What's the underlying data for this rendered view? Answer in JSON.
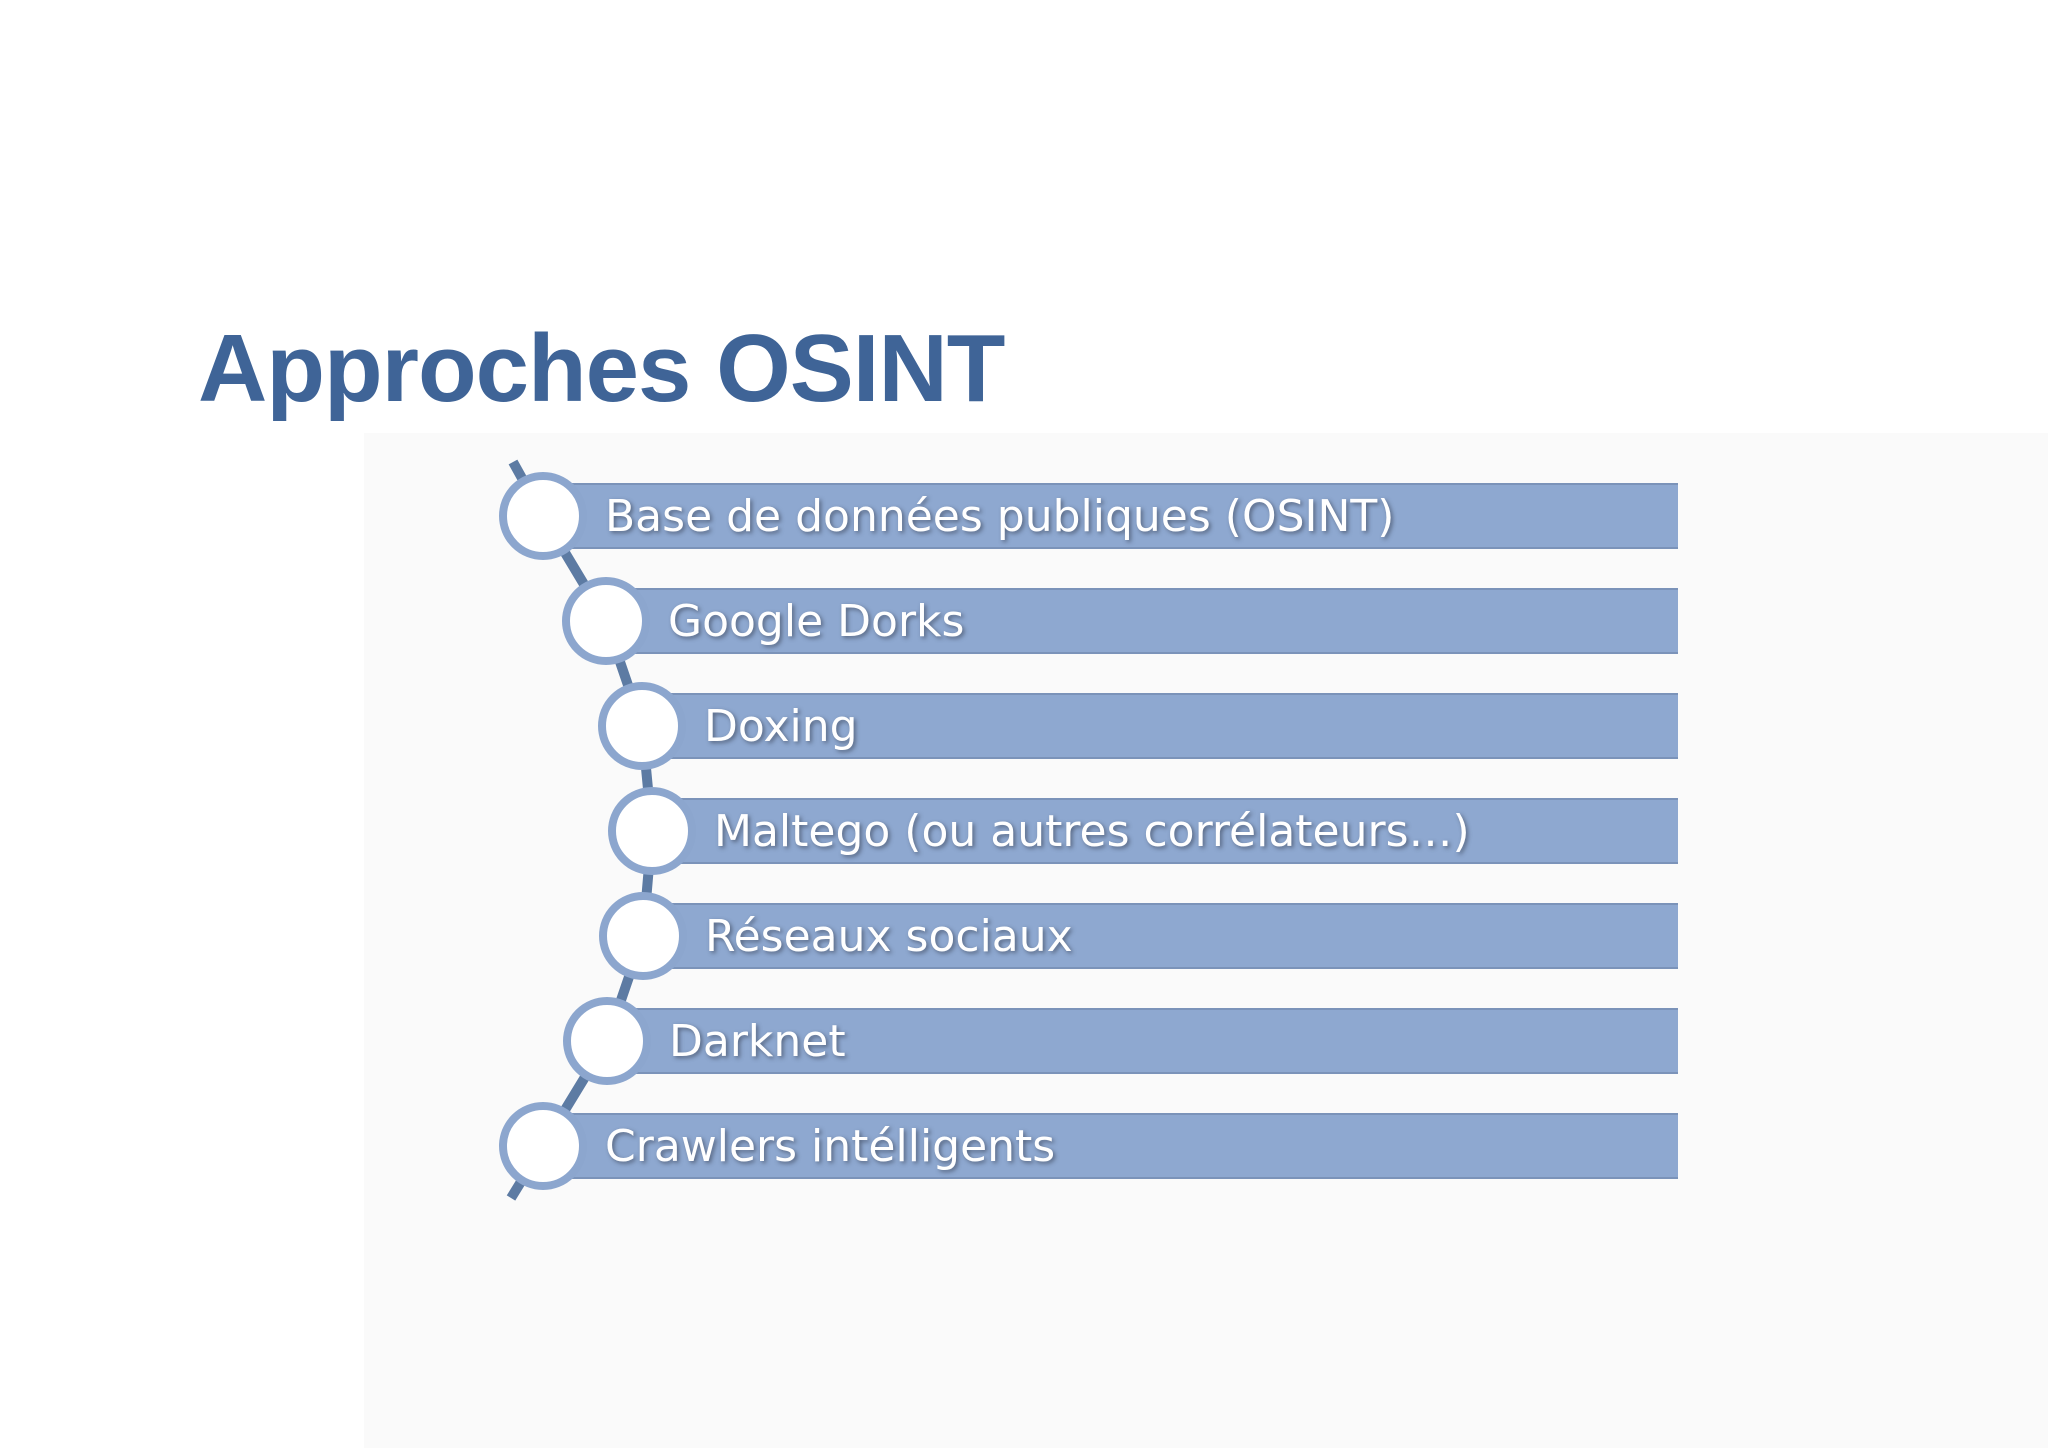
{
  "slide": {
    "title": "Approches OSINT",
    "diagram_type": "vertical-accent-process-list",
    "items": [
      {
        "label": "Base de données publiques (OSINT)"
      },
      {
        "label": "Google Dorks"
      },
      {
        "label": "Doxing"
      },
      {
        "label": "Maltego (ou autres corrélateurs…)"
      },
      {
        "label": "Réseaux sociaux"
      },
      {
        "label": "Darknet"
      },
      {
        "label": "Crawlers intélligents"
      }
    ],
    "colors": {
      "background": "#ffffff",
      "panel": "#fafafa",
      "title_text": "#3f6497",
      "bar_fill": "#8ea8d0",
      "bar_edge": "#7b93b9",
      "circle_fill": "#ffffff",
      "circle_border": "#8ca6ce",
      "connector_line": "#5d7ba3",
      "label_text": "#ffffff"
    }
  }
}
